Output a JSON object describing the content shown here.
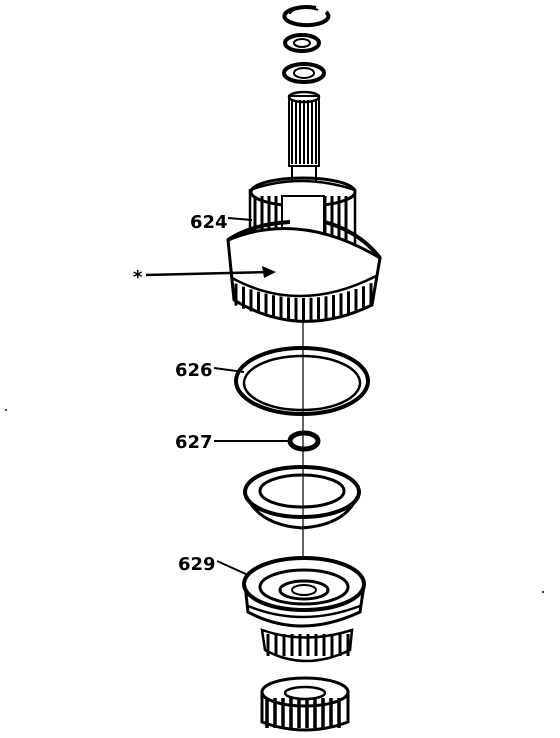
{
  "callouts": {
    "part_624": "624",
    "part_626": "626",
    "part_627": "627",
    "part_629": "629",
    "arrow_marker": "*"
  },
  "colors": {
    "ink": "#000000",
    "paper": "#ffffff"
  }
}
